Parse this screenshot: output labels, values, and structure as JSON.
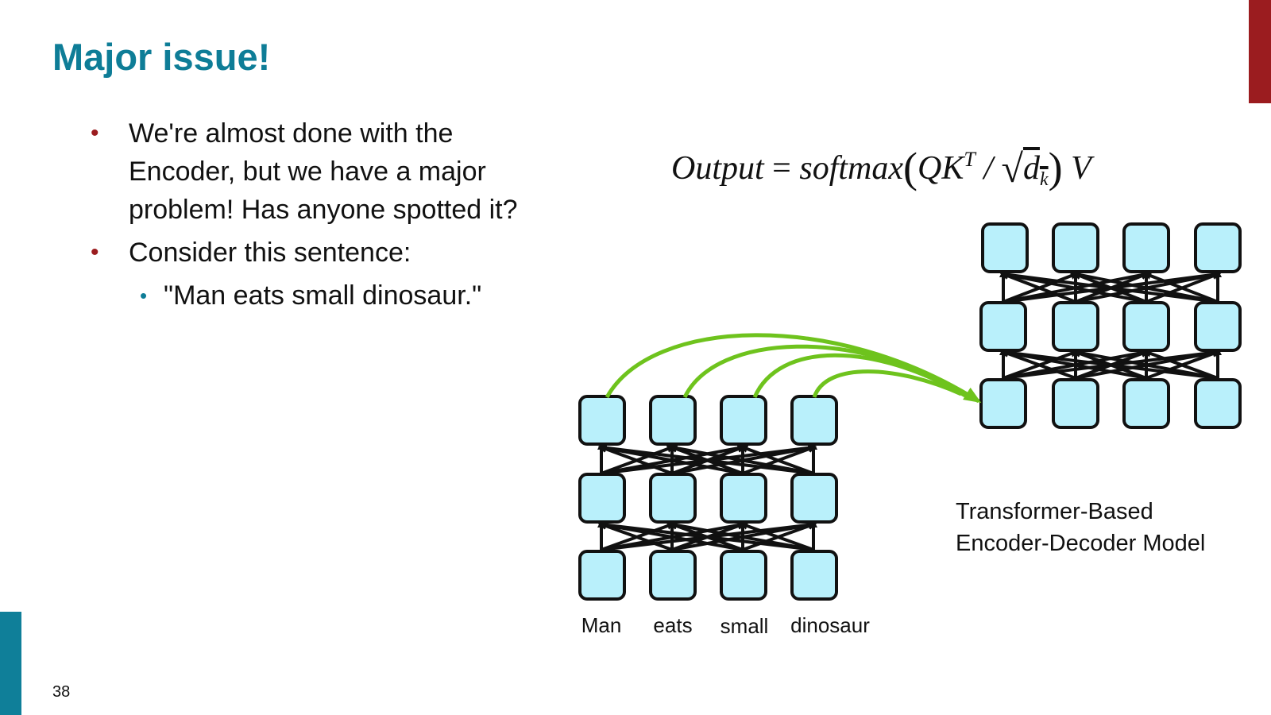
{
  "slide": {
    "title": "Major issue!",
    "page_number": "38",
    "colors": {
      "title": "#0e7d97",
      "accent_red": "#9b1c1f",
      "accent_teal": "#0f7f99",
      "node_fill": "#b9f0fb",
      "connector": "#6ec31d"
    }
  },
  "bullets": [
    {
      "text": "We're almost done with the Encoder, but we have a major problem! Has anyone spotted it?"
    },
    {
      "text": "Consider this sentence:"
    }
  ],
  "sub_bullets": [
    {
      "text": "\"Man eats small dinosaur.\""
    }
  ],
  "formula": {
    "lhs": "Output",
    "eq": "=",
    "fn": "softmax",
    "q": "QK",
    "sup": "T",
    "slash": "/",
    "d": "d",
    "sub": "k",
    "v": "V"
  },
  "diagram": {
    "input_tokens": [
      "Man",
      "eats",
      "small",
      "dinosaur"
    ],
    "caption_line1": "Transformer-Based",
    "caption_line2": "Encoder-Decoder Model"
  }
}
